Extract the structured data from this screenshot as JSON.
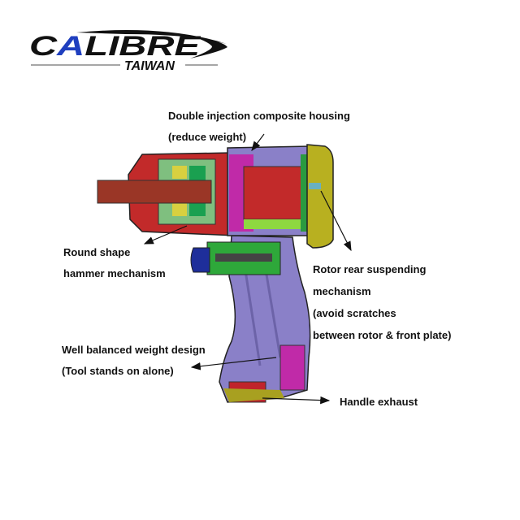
{
  "logo": {
    "brand": "CALIBRE",
    "subtitle": "TAIWAN",
    "accent": "#1f3fbf"
  },
  "labels": {
    "housing_1": "Double injection composite housing",
    "housing_2": "(reduce weight)",
    "hammer_1": "Round shape",
    "hammer_2": "hammer mechanism",
    "rotor_1": "Rotor rear suspending",
    "rotor_2": "mechanism",
    "rotor_3": "(avoid scratches",
    "rotor_4": "between rotor & front plate)",
    "balance_1": "Well balanced weight design",
    "balance_2": "(Tool stands on alone)",
    "exhaust": "Handle exhaust"
  }
}
